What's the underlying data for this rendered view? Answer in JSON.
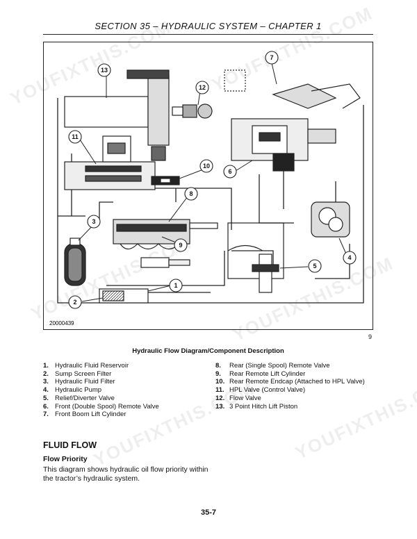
{
  "header": {
    "title": "SECTION 35 – HYDRAULIC SYSTEM – CHAPTER 1"
  },
  "figure": {
    "id": "20000439",
    "number": "9",
    "caption": "Hydraulic Flow Diagram/Component Description",
    "callouts": [
      "1",
      "2",
      "3",
      "4",
      "5",
      "6",
      "7",
      "8",
      "9",
      "10",
      "11",
      "12",
      "13"
    ]
  },
  "components": [
    {
      "num": "1.",
      "label": "Hydraulic Fluid Reservoir"
    },
    {
      "num": "2.",
      "label": "Sump Screen Filter"
    },
    {
      "num": "3.",
      "label": "Hydraulic Fluid Filter"
    },
    {
      "num": "4.",
      "label": "Hydraulic Pump"
    },
    {
      "num": "5.",
      "label": "Relief/Diverter Valve"
    },
    {
      "num": "6.",
      "label": "Front (Double Spool) Remote Valve"
    },
    {
      "num": "7.",
      "label": "Front Boom Lift Cylinder"
    },
    {
      "num": "8.",
      "label": "Rear (Single Spool) Remote Valve"
    },
    {
      "num": "9.",
      "label": "Rear Remote Lift Cylinder"
    },
    {
      "num": "10.",
      "label": "Rear Remote Endcap (Attached to HPL Valve)"
    },
    {
      "num": "11.",
      "label": "HPL Valve (Control Valve)"
    },
    {
      "num": "12.",
      "label": "Flow Valve"
    },
    {
      "num": "13.",
      "label": "3 Point Hitch Lift Piston"
    }
  ],
  "section": {
    "title": "FLUID FLOW",
    "subtitle": "Flow Priority",
    "body": "This diagram shows hydraulic oil flow priority within the tractor’s hydraulic system."
  },
  "page": {
    "number": "35-7"
  },
  "watermark": {
    "text": "YOUFIXTHIS.COM"
  }
}
